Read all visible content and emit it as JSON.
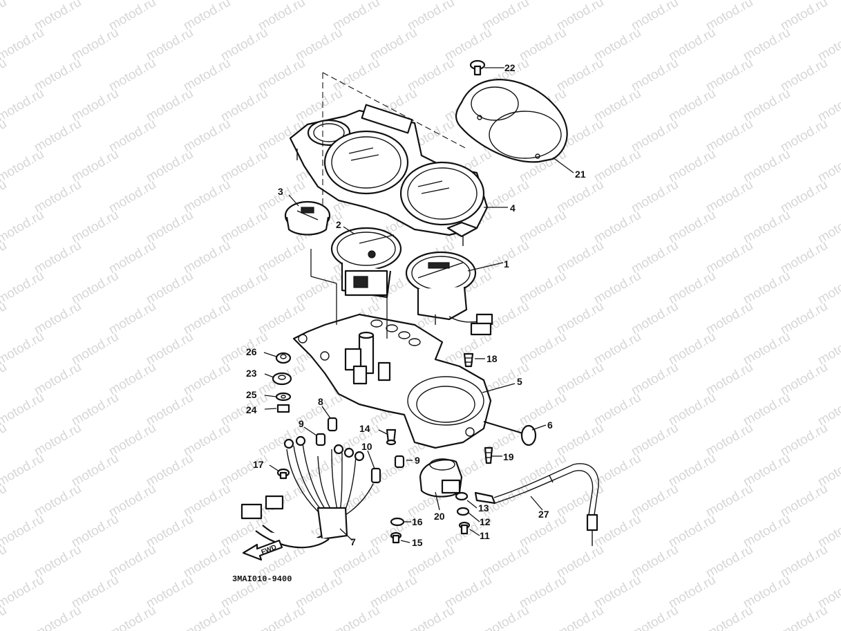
{
  "diagram": {
    "drawing_code": "3MAI010-9400",
    "direction_label": "FWD",
    "watermark_text": "motod.ru",
    "callouts": [
      "1",
      "2",
      "3",
      "4",
      "5",
      "6",
      "7",
      "8",
      "9",
      "9",
      "10",
      "11",
      "12",
      "13",
      "14",
      "15",
      "16",
      "17",
      "18",
      "19",
      "20",
      "21",
      "22",
      "23",
      "24",
      "25",
      "26",
      "27"
    ]
  }
}
